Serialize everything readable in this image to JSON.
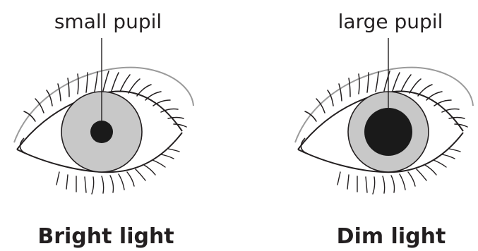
{
  "left_eye": {
    "label": "small pupil",
    "caption": "Bright light",
    "pupil_size": "small"
  },
  "right_eye": {
    "label": "large pupil",
    "caption": "Dim light",
    "pupil_size": "large"
  },
  "colors": {
    "iris": "#c8c8c8",
    "pupil": "#1a1a1a",
    "outline": "#231f20",
    "brow": "#9a9a9a"
  }
}
